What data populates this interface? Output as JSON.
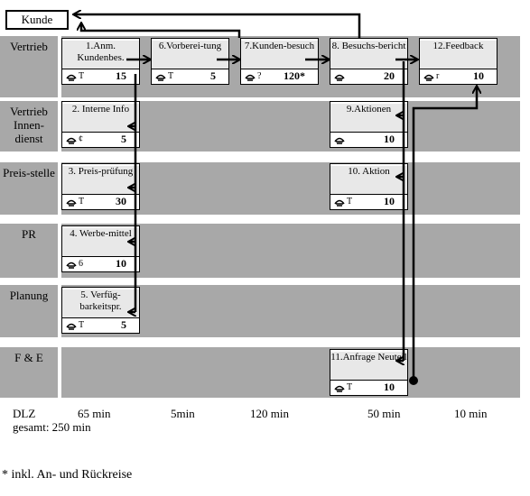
{
  "kunde": "Kunde",
  "lanes": [
    {
      "id": "vertrieb",
      "label": "Vertrieb"
    },
    {
      "id": "innendienst",
      "label": "Vertrieb Innen-dienst"
    },
    {
      "id": "preisstelle",
      "label": "Preis-stelle"
    },
    {
      "id": "pr",
      "label": "PR"
    },
    {
      "id": "planung",
      "label": "Planung"
    },
    {
      "id": "fe",
      "label": "F & E"
    }
  ],
  "boxes": [
    {
      "id": "b1",
      "title": "1.Anm. Kundenbes.",
      "mark": "T",
      "value": "15"
    },
    {
      "id": "b6",
      "title": "6.Vorberei-tung",
      "mark": "T",
      "value": "5"
    },
    {
      "id": "b7",
      "title": "7.Kunden-besuch",
      "mark": "?",
      "value": "120*"
    },
    {
      "id": "b8",
      "title": "8. Besuchs-bericht",
      "mark": "",
      "value": "20"
    },
    {
      "id": "b12",
      "title": "12.Feedback",
      "mark": "r",
      "value": "10"
    },
    {
      "id": "b2",
      "title": "2. Interne Info",
      "mark": "¢",
      "value": "5"
    },
    {
      "id": "b9",
      "title": "9.Aktionen",
      "mark": "",
      "value": "10"
    },
    {
      "id": "b3",
      "title": "3. Preis-prüfung",
      "mark": "T",
      "value": "30"
    },
    {
      "id": "b10",
      "title": "10. Aktion",
      "mark": "T",
      "value": "10"
    },
    {
      "id": "b4",
      "title": "4. Werbe-mittel",
      "mark": "6",
      "value": "10"
    },
    {
      "id": "b5",
      "title": "5. Verfüg-barkeitspr.",
      "mark": "T",
      "value": "5"
    },
    {
      "id": "b11",
      "title": "11.Anfrage Neuteil",
      "mark": "T",
      "value": "10"
    }
  ],
  "dlz": {
    "label": "DLZ",
    "columns": [
      "65 min",
      "5min",
      "120 min",
      "50 min",
      "10 min"
    ],
    "total": "gesamt: 250 min"
  },
  "note": "* inkl. An- und Rückreise"
}
